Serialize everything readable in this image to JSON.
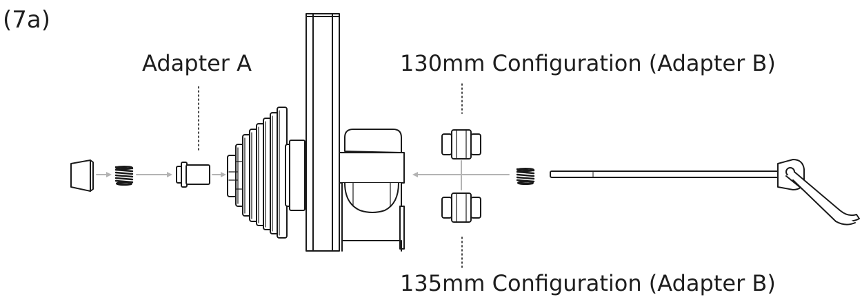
{
  "figure": {
    "label": "(7a)"
  },
  "labels": {
    "adapter_a": "Adapter A",
    "config_130": "130mm Configuration (Adapter B)",
    "config_135": "135mm Configuration (Adapter B)"
  },
  "colors": {
    "line": "#1a1a1a",
    "arrow": "#b3b3b3",
    "fill_light": "#f2f2f2",
    "background": "#ffffff"
  }
}
